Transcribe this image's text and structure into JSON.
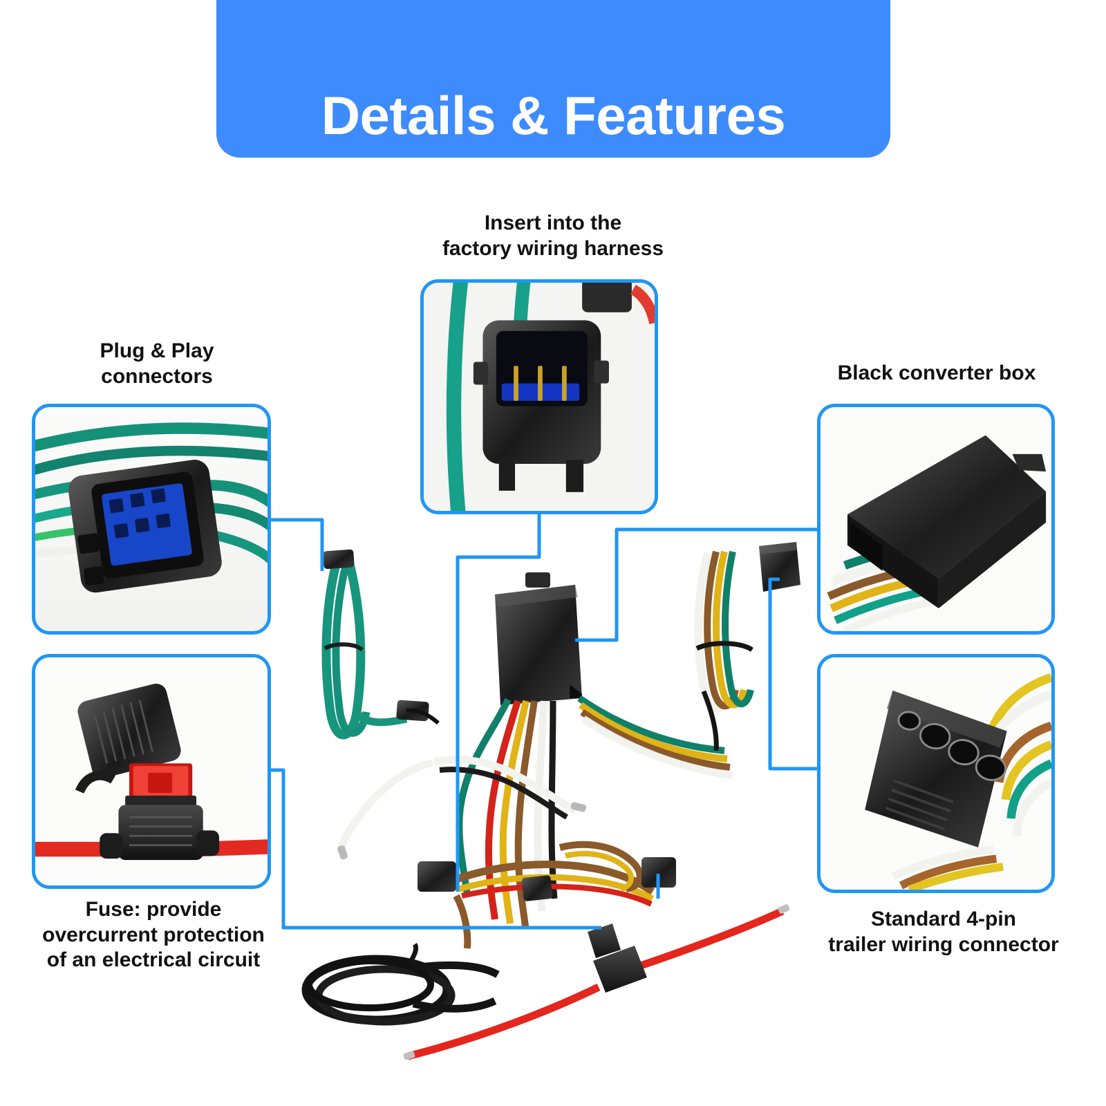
{
  "header": {
    "title": "Details & Features",
    "bg_color": "#3d8bfd",
    "text_color": "#ffffff"
  },
  "theme": {
    "accent": "#2196f3",
    "background": "#ffffff",
    "text": "#111111"
  },
  "callouts": [
    {
      "id": "plug-play",
      "label": "Plug & Play\nconnectors",
      "label_lines": [
        "Plug & Play",
        "connectors"
      ],
      "position": "top-left",
      "photo": "black-connector-blue-insert-green-wires"
    },
    {
      "id": "insert-harness",
      "label": "Insert into the\nfactory wiring harness",
      "label_lines": [
        "Insert into the",
        "factory wiring harness"
      ],
      "position": "top-center",
      "photo": "male-connector-gold-pins-blue-insert"
    },
    {
      "id": "converter-box",
      "label": "Black converter box",
      "label_lines": [
        "Black converter box"
      ],
      "position": "top-right",
      "photo": "black-converter-module-colored-wires"
    },
    {
      "id": "fuse",
      "label": "Fuse: provide overcurrent protection of an electrical circuit",
      "label_lines": [
        "Fuse: provide",
        "overcurrent protection",
        "of an electrical circuit"
      ],
      "position": "bottom-left",
      "photo": "inline-fuse-holder-red-fuse-red-wire"
    },
    {
      "id": "trailer-connector",
      "label": "Standard 4-pin trailer wiring connector",
      "label_lines": [
        "Standard 4-pin",
        "trailer wiring connector"
      ],
      "position": "bottom-right",
      "photo": "4-pin-flat-trailer-socket-colored-wires"
    }
  ],
  "product": {
    "name": "trailer wiring harness kit",
    "wire_colors": [
      "green",
      "white",
      "brown",
      "yellow",
      "red",
      "black"
    ],
    "parts": [
      "converter-module",
      "green-wire-coil",
      "4-wire-flat-harness",
      "brown-yellow-red-jumper-harness",
      "black-ground-wire-coil",
      "red-power-wire-with-fuse"
    ]
  }
}
